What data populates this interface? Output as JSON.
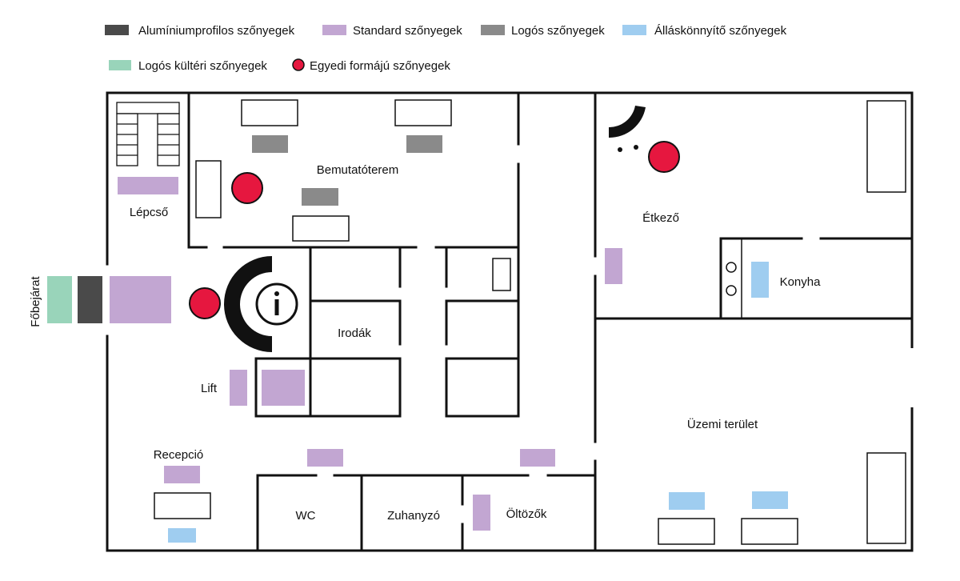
{
  "colors": {
    "aluminium": "#4a4a4a",
    "standard": "#c2a6d2",
    "logo": "#8a8a8a",
    "standing": "#9fcdf0",
    "outdoor": "#99d4ba",
    "custom": "#e6173f",
    "wall": "#111111",
    "furniture_fill": "#ffffff"
  },
  "legend": [
    {
      "key": "aluminium",
      "label": "Alumíniumprofilos szőnyegek"
    },
    {
      "key": "standard",
      "label": "Standard szőnyegek"
    },
    {
      "key": "logo",
      "label": "Logós szőnyegek"
    },
    {
      "key": "standing",
      "label": "Álláskönnyítő szőnyegek"
    },
    {
      "key": "outdoor",
      "label": "Logós kültéri szőnyegek"
    },
    {
      "key": "custom",
      "label": "Egyedi formájú szőnyegek"
    }
  ],
  "rooms": {
    "stairs": "Lépcső",
    "showroom": "Bemutatóterem",
    "dining": "Étkező",
    "kitchen": "Konyha",
    "offices": "Irodák",
    "lift": "Lift",
    "reception": "Recepció",
    "wc": "WC",
    "shower": "Zuhanyzó",
    "locker": "Öltözők",
    "plant": "Üzemi terület",
    "main_entrance": "Főbejárat"
  },
  "icons": {
    "info": "info-icon"
  }
}
